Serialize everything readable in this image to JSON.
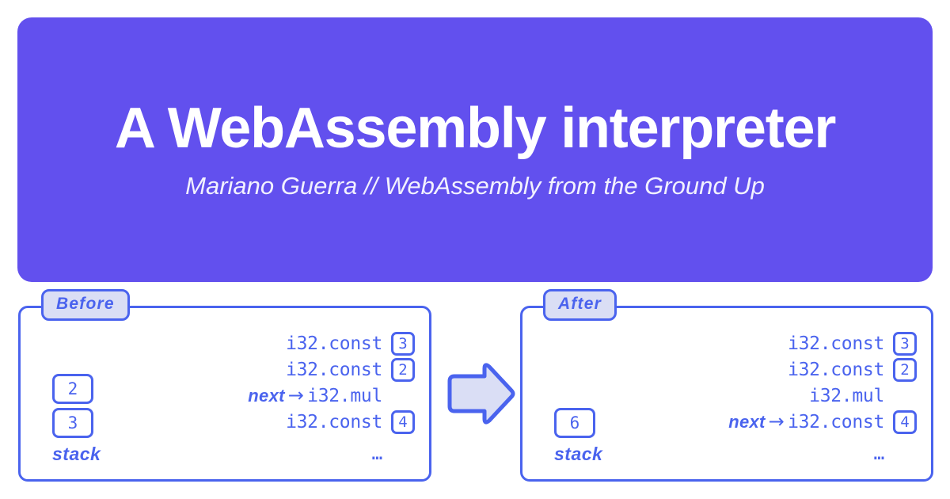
{
  "hero": {
    "title": "A WebAssembly interpreter",
    "subtitle": "Mariano Guerra // WebAssembly from the Ground Up",
    "background_color": "#6250ee",
    "title_color": "#ffffff"
  },
  "theme": {
    "accent_blue": "#4a63ee",
    "tab_fill": "#dadef5",
    "panel_fill": "#ffffff",
    "page_background": "#ffffff"
  },
  "diagram": {
    "transition_arrow_icon": "right-block-arrow-icon",
    "panels": [
      {
        "id": "before",
        "tab_label": "Before",
        "stack": {
          "label": "stack",
          "values": [
            "2",
            "3"
          ]
        },
        "code": {
          "next_marker": "next",
          "next_arrow": "→",
          "next_index": 2,
          "ellipsis": "…",
          "lines": [
            {
              "text": "i32.const",
              "immediate": "3"
            },
            {
              "text": "i32.const",
              "immediate": "2"
            },
            {
              "text": "i32.mul",
              "immediate": ""
            },
            {
              "text": "i32.const",
              "immediate": "4"
            }
          ]
        }
      },
      {
        "id": "after",
        "tab_label": "After",
        "stack": {
          "label": "stack",
          "values": [
            "6"
          ]
        },
        "code": {
          "next_marker": "next",
          "next_arrow": "→",
          "next_index": 3,
          "ellipsis": "…",
          "lines": [
            {
              "text": "i32.const",
              "immediate": "3"
            },
            {
              "text": "i32.const",
              "immediate": "2"
            },
            {
              "text": "i32.mul",
              "immediate": ""
            },
            {
              "text": "i32.const",
              "immediate": "4"
            }
          ]
        }
      }
    ]
  }
}
